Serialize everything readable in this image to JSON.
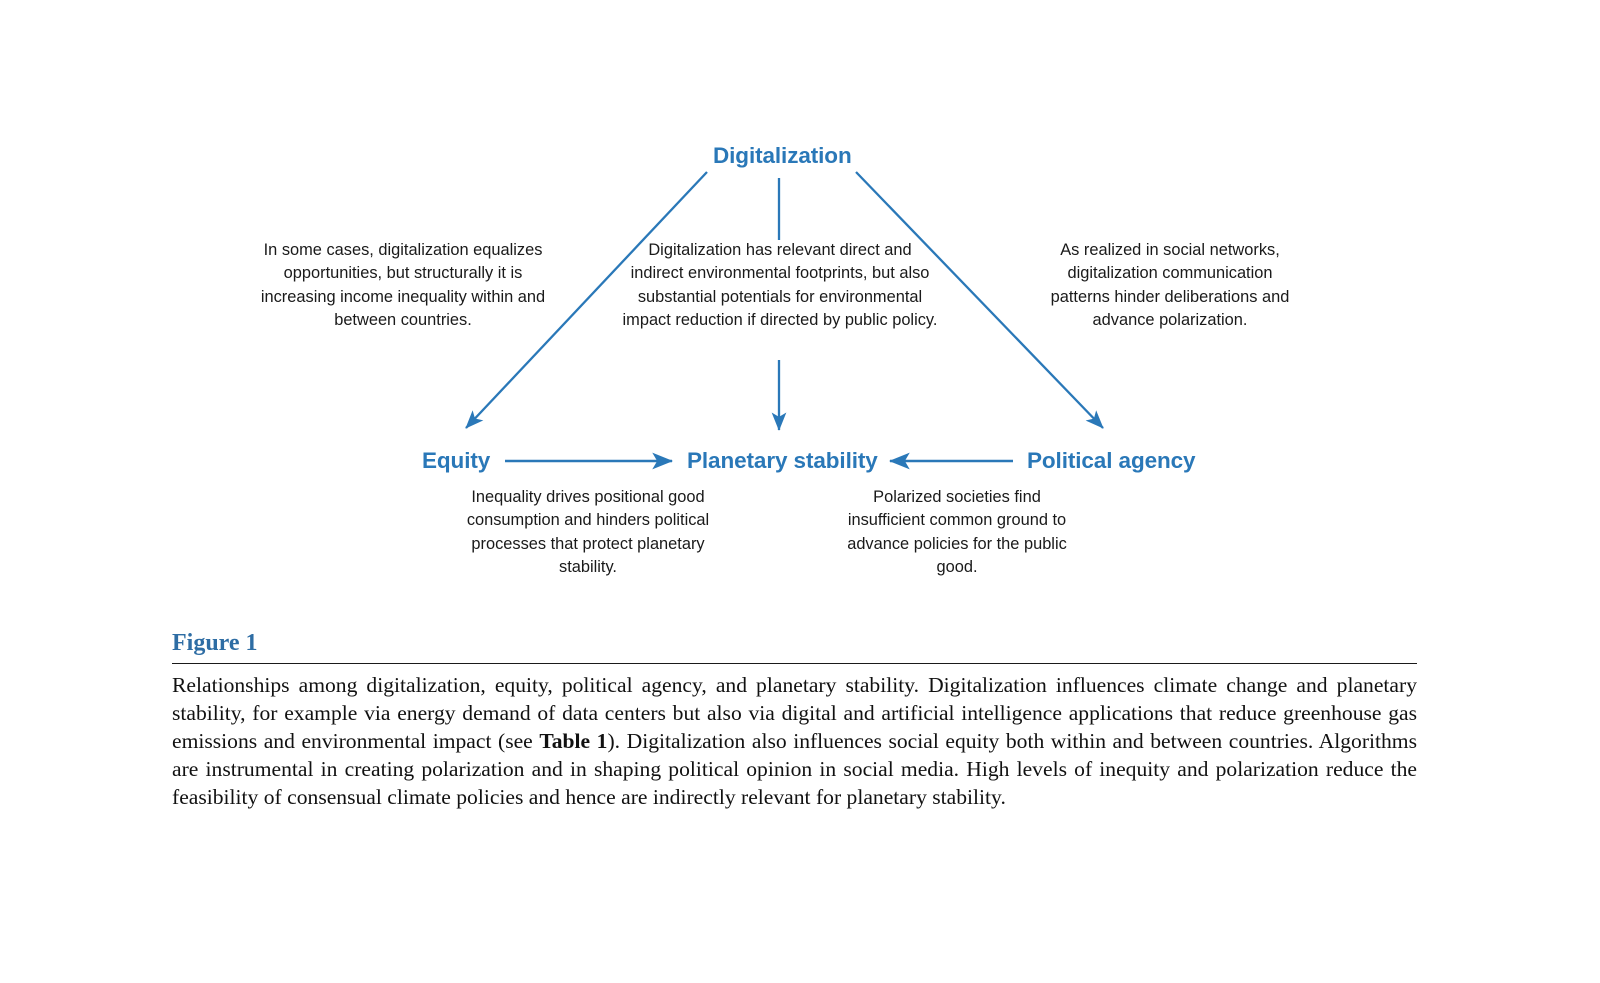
{
  "figure": {
    "number_label": "Figure 1",
    "accent_color": "#2a78b8",
    "caption_rule_color": "#1a1a1a",
    "caption_parts": {
      "lead": "Relationships among digitalization, equity, political agency, and planetary stability. Digitalization influences climate change and planetary stability, for example via energy demand of data centers but also via digital and artificial intelligence applications that reduce greenhouse gas emissions and environmental impact (see ",
      "table_ref": "Table 1",
      "tail": "). Digitalization also influences social equity both within and between countries. Algorithms are instrumental in creating polarization and in shaping political opinion in social media. High levels of inequity and polarization reduce the feasibility of consensual climate policies and hence are indirectly relevant for planetary stability."
    }
  },
  "diagram": {
    "nodes": {
      "digitalization": "Digitalization",
      "equity": "Equity",
      "planetary_stability": "Planetary stability",
      "political_agency": "Political agency"
    },
    "edge_labels": {
      "digitalization_to_equity": "In some cases, digitalization equalizes opportunities, but structurally it is increasing income inequality within and between countries.",
      "digitalization_to_planetary": "Digitalization has relevant direct and indirect environmental footprints, but also substantial potentials for environmental impact reduction if directed by public policy.",
      "digitalization_to_political": "As realized in social networks, digitalization communication patterns hinder deliberations and advance polarization.",
      "equity_to_planetary": "Inequality drives positional good consumption and hinders political processes that protect planetary stability.",
      "political_to_planetary": "Polarized societies find insufficient common ground to advance policies for the public good."
    },
    "arrows": [
      {
        "name": "arrow-digitalization-to-equity",
        "from": "Digitalization",
        "to": "Equity"
      },
      {
        "name": "arrow-digitalization-to-planetary-stability",
        "from": "Digitalization",
        "to": "Planetary stability"
      },
      {
        "name": "arrow-digitalization-to-political-agency",
        "from": "Digitalization",
        "to": "Political agency"
      },
      {
        "name": "arrow-equity-to-planetary-stability",
        "from": "Equity",
        "to": "Planetary stability"
      },
      {
        "name": "arrow-political-agency-to-planetary-stability",
        "from": "Political agency",
        "to": "Planetary stability"
      }
    ]
  }
}
